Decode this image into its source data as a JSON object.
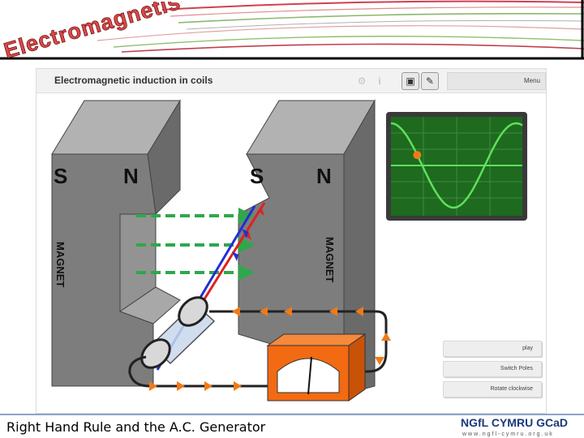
{
  "slide": {
    "title": "Electromagnetism",
    "caption": "Right Hand Rule and the A.C. Generator",
    "logo": {
      "main": "NGfL CYMRU GCaD",
      "url": "www.ngfl-cymru.org.uk"
    }
  },
  "app": {
    "title": "Electromagnetic induction in coils",
    "menu_label": "Menu",
    "toolbar_icons": [
      "gear-icon",
      "info-icon",
      "camera-icon",
      "pencil-icon"
    ]
  },
  "magnets": {
    "left": {
      "pole_south": "S",
      "pole_north": "N",
      "label": "MAGNET"
    },
    "right": {
      "pole_south": "S",
      "pole_north": "N",
      "label": "MAGNET"
    }
  },
  "controls": {
    "play_label": "play",
    "switch_poles_label": "Switch Poles",
    "rotate_label": "Rotate clockwise"
  },
  "colors": {
    "magnet": "#7d7d7d",
    "field_lines": "#2ea84a",
    "coil_positive": "#e02020",
    "coil_negative": "#2030d0",
    "circuit_arrows": "#f07a18",
    "meter_body": "#f26a12",
    "scope_background": "#1e6a1e",
    "scope_trace": "#5ee05e"
  }
}
